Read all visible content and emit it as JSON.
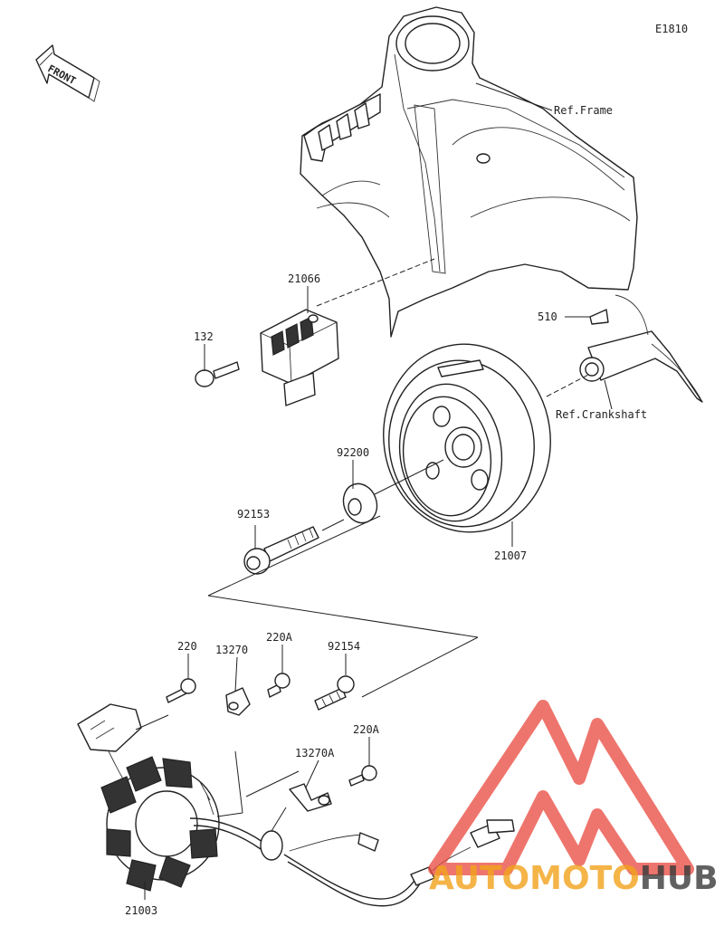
{
  "diagram_code": "E1810",
  "front_label": "FRONT",
  "refs": {
    "frame": "Ref.Frame",
    "crankshaft": "Ref.Crankshaft"
  },
  "parts": {
    "p21066": "21066",
    "p132": "132",
    "p510": "510",
    "p92200": "92200",
    "p92153": "92153",
    "p21007": "21007",
    "p220": "220",
    "p13270": "13270",
    "p220a_top": "220A",
    "p92154": "92154",
    "p220a_low": "220A",
    "p13270a": "13270A",
    "p21003": "21003"
  },
  "watermark": {
    "text_auto": "AUTO",
    "text_moto": "MOTO",
    "text_hub": "HUB",
    "color_red": "#e8473c",
    "color_orange": "#f2a21b",
    "color_dark": "#3a3a3a"
  }
}
